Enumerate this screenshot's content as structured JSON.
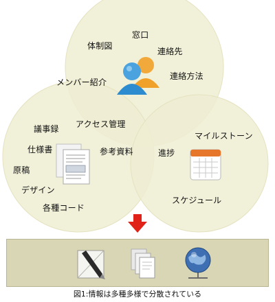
{
  "groups": {
    "people": [
      "体制図",
      "窓口",
      "連絡先",
      "メンバー紹介",
      "連絡方法"
    ],
    "documents": [
      "議事録",
      "アクセス管理",
      "仕様書",
      "参考資料",
      "原稿",
      "デザイン",
      "各種コード"
    ],
    "schedule": [
      "進捗",
      "マイルストーン",
      "スケジュール"
    ]
  },
  "caption": "図1:情報は多種多様で分散されている",
  "colors": {
    "circle_fill": "#efedd2",
    "circle_stroke": "#e4e1bd",
    "arrow": "#e02218",
    "tray_fill": "#d9d6b6"
  },
  "icons": {
    "people": "users-icon",
    "documents": "document-icon",
    "schedule": "calendar-icon",
    "tray": [
      "pen-icon",
      "files-icon",
      "globe-icon"
    ]
  }
}
